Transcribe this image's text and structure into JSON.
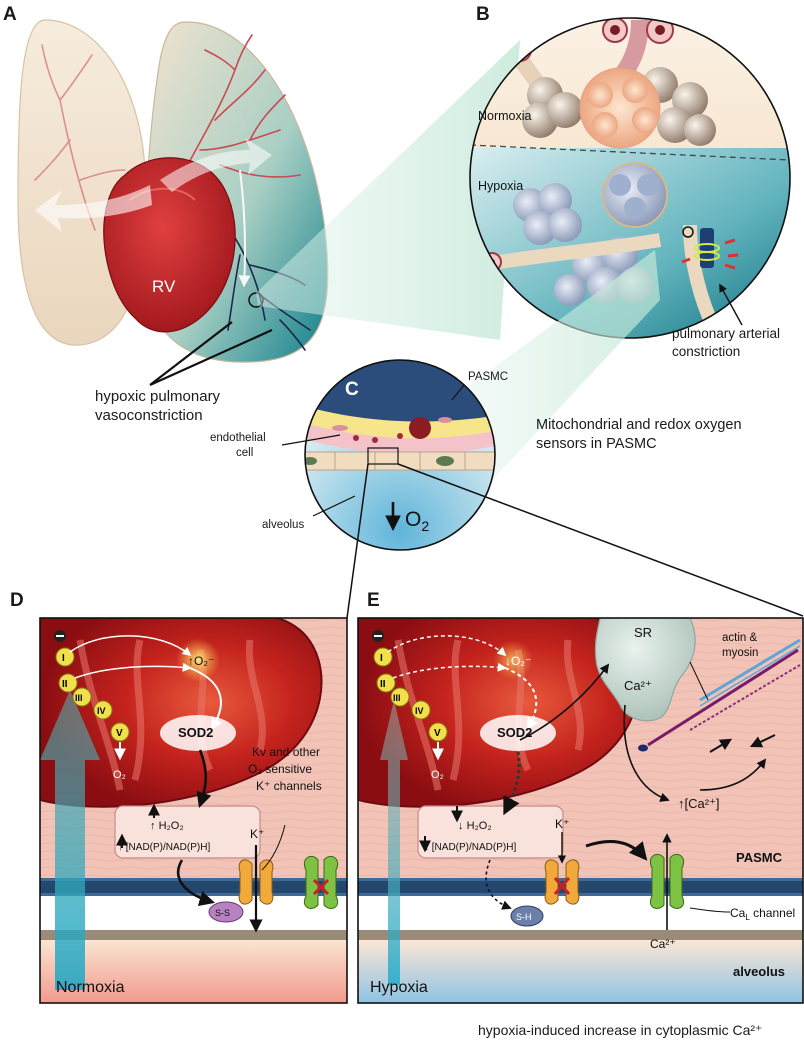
{
  "panels": {
    "a": "A",
    "b": "B",
    "c": "C",
    "d": "D",
    "e": "E"
  },
  "top": {
    "rv": "RV",
    "normoxia": "Normoxia",
    "hypoxia": "Hypoxia",
    "constriction_line1": "pulmonary arterial",
    "constriction_line2": "constriction",
    "hpv_line1": "hypoxic pulmonary",
    "hpv_line2": "vasoconstriction",
    "pasmc": "PASMC",
    "endothelial_line1": "endothelial",
    "endothelial_line2": "cell",
    "alveolus": "alveolus",
    "o2": "O",
    "o2_sub": "2",
    "sensors_line1": "Mitochondrial and redox oxygen",
    "sensors_line2": "sensors in PASMC"
  },
  "panel_d": {
    "complex_minus": "–",
    "complexes": [
      "I",
      "II",
      "III",
      "IV",
      "V"
    ],
    "superoxide": "O₂⁻",
    "sod2": "SOD2",
    "o2_out": "O₂",
    "h2o2": "H₂O₂",
    "nadp_ratio": "[NAD(P)/NAD(P)H]",
    "channels_line1": "Kv and other",
    "channels_line2": "O₂ sensitive",
    "channels_line3": "K⁺ channels",
    "k_ion": "K⁺",
    "ss": "S-S",
    "condition": "Normoxia"
  },
  "panel_e": {
    "complex_minus": "–",
    "complexes": [
      "I",
      "II",
      "III",
      "IV",
      "V"
    ],
    "superoxide": "O₂⁻",
    "sod2": "SOD2",
    "o2_out": "O₂",
    "sr": "SR",
    "ca_sr": "Ca²⁺",
    "actin_line1": "actin &",
    "actin_line2": "myosin",
    "ca_cyto": "[Ca²⁺]",
    "h2o2": "H₂O₂",
    "nadp_ratio": "[NAD(P)/NAD(P)H]",
    "k_ion": "K⁺",
    "sh": "S-H",
    "pasmc": "PASMC",
    "ca_in": "Ca²⁺",
    "ca_channel": "Ca",
    "ca_channel_sub": "L",
    "ca_channel_suffix": " channel",
    "alveolus": "alveolus",
    "condition": "Hypoxia"
  },
  "caption": "hypoxia-induced increase in cytoplasmic Ca²⁺",
  "colors": {
    "heart": "#c8202a",
    "lung_teal": "#1f8a8f",
    "cytoplasm": "#f3c3b8",
    "mitochondrion": "#b3121c",
    "membrane": "#24476e",
    "complex_yellow": "#f2e04a",
    "k_channel_orange": "#f2a93b",
    "ca_channel_green": "#7dc242",
    "sr_grey": "#c9d9d3"
  }
}
